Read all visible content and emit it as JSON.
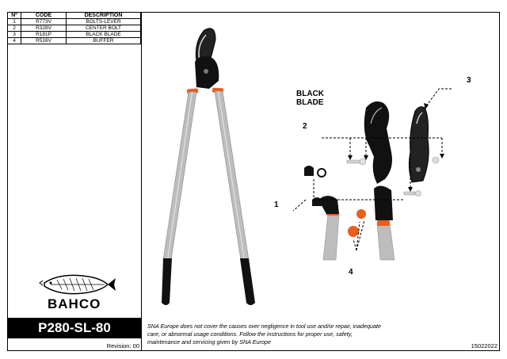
{
  "parts_table": {
    "headers": [
      "Nº",
      "CODE",
      "DESCRIPTION"
    ],
    "rows": [
      [
        "1",
        "R773V",
        "BOLTS-LEVER"
      ],
      [
        "2",
        "R328V",
        "CENTER BOLT"
      ],
      [
        "3",
        "R181P",
        "BLACK BLADE"
      ],
      [
        "4",
        "R516V",
        "BUFFER"
      ]
    ]
  },
  "brand": {
    "name": "BAHCO"
  },
  "model": "P280-SL-80",
  "revision": "Revision: 00",
  "disclaimer": "SNA Europe does not cover the causes over negligence in tool use and/or repair, inadequate care, or abnormal usage conditions. Follow the instructions for proper use, safety, maintenance and servicing given by SNA Europe",
  "document_number": "15022022",
  "diagram": {
    "blade_label_line1": "BLACK",
    "blade_label_line2": "BLADE",
    "callouts": [
      "1",
      "2",
      "3",
      "4"
    ]
  },
  "colors": {
    "orange": "#e8601c",
    "grey_handle": "#b9b9b9",
    "black": "#111111"
  }
}
